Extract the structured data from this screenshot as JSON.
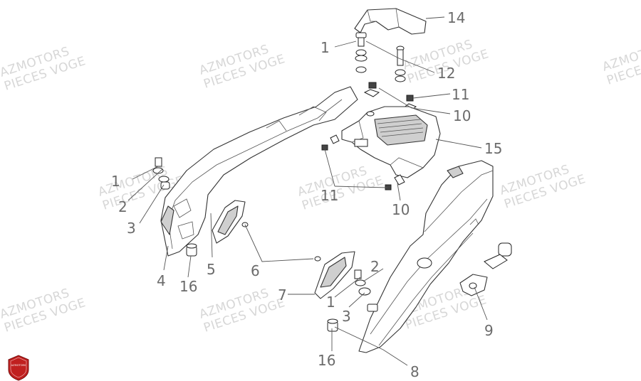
{
  "watermarks": [
    {
      "line1": "AZMOTORS",
      "line2": "PIECES VOGE"
    },
    {
      "line1": "AZMOTORS",
      "line2": "PIECES VOGE"
    },
    {
      "line1": "AZMOTORS",
      "line2": "PIECES VOGE"
    },
    {
      "line1": "AZMOTORS",
      "line2": "PIECES VOGE"
    },
    {
      "line1": "AZMOTORS",
      "line2": "PIECES VOGE"
    },
    {
      "line1": "AZMOTORS",
      "line2": "PIECES VOGE"
    },
    {
      "line1": "AZMOTORS",
      "line2": "PIECES VOGE"
    },
    {
      "line1": "AZMOTORS",
      "line2": "PIECES VOGE"
    },
    {
      "line1": "AZMOTORS",
      "line2": "PIECES VOGE"
    },
    {
      "line1": "AZMOTORS",
      "line2": "PIECES VOGE"
    }
  ],
  "callouts": [
    "14",
    "1",
    "12",
    "11",
    "10",
    "15",
    "1",
    "2",
    "3",
    "11",
    "10",
    "5",
    "6",
    "4",
    "16",
    "2",
    "1",
    "3",
    "9",
    "7",
    "16",
    "8"
  ],
  "logo": {
    "text": "AZMOTORS",
    "color": "#c0201f"
  }
}
